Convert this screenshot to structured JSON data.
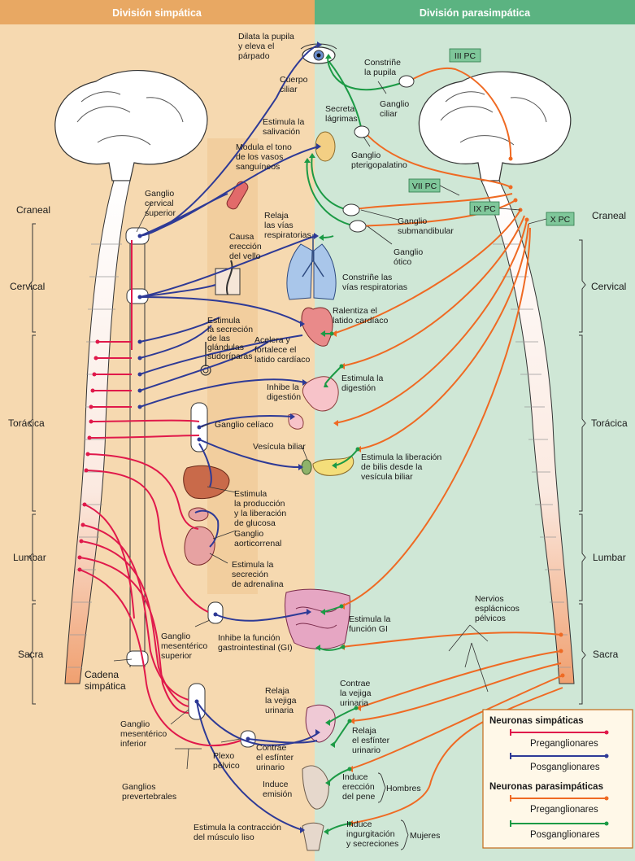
{
  "header": {
    "left": "División simpática",
    "right": "División parasimpática"
  },
  "levels": {
    "cranial": "Craneal",
    "cervical": "Cervical",
    "thoracic": "Torácica",
    "lumbar": "Lumbar",
    "sacral": "Sacra"
  },
  "nerves": {
    "iii": "III PC",
    "vii": "VII PC",
    "ix": "IX PC",
    "x": "X PC"
  },
  "labels": {
    "eye_symp": [
      "Dilata la pupila",
      "y eleva el",
      "párpado"
    ],
    "ciliary_body": [
      "Cuerpo",
      "ciliar"
    ],
    "salivation": [
      "Estimula la",
      "salivación"
    ],
    "vessel_tone": [
      "Modula el tono",
      "de los vasos",
      "sanguíneos"
    ],
    "cervical_ganglion": [
      "Ganglio",
      "cervical",
      "superior"
    ],
    "airways_relax": [
      "Relaja",
      "las vías",
      "respiratorias"
    ],
    "hair": [
      "Causa",
      "erección",
      "del vello"
    ],
    "sweat": [
      "Estimula",
      "la secreción",
      "de las",
      "glándulas",
      "sudoríparas"
    ],
    "heart_symp": [
      "Acelera y",
      "fortalece el",
      "latido cardíaco"
    ],
    "inhibit_digestion": [
      "Inhibe la",
      "digestión"
    ],
    "celiac": [
      "Ganglio celíaco"
    ],
    "gallbladder": [
      "Vesícula biliar"
    ],
    "glucose": [
      "Estimula",
      "la producción",
      "y la liberación",
      "de glucosa"
    ],
    "aorticorenal": [
      "Ganglio",
      "aorticorrenal"
    ],
    "adrenaline": [
      "Estimula la",
      "secreción",
      "de adrenalina"
    ],
    "sup_mesenteric": [
      "Ganglio",
      "mesentérico",
      "superior"
    ],
    "inhibit_gi": [
      "Inhibe la función",
      "gastrointestinal (GI)"
    ],
    "symp_chain": [
      "Cadena",
      "simpática"
    ],
    "bladder_relax": [
      "Relaja",
      "la vejiga",
      "urinaria"
    ],
    "inf_mesenteric": [
      "Ganglio",
      "mesentérico",
      "inferior"
    ],
    "pelvic_plexus": [
      "Plexo",
      "pélvico"
    ],
    "sphincter_contract": [
      "Contrae",
      "el esfínter",
      "urinario"
    ],
    "prevertebral": [
      "Ganglios",
      "prevertebrales"
    ],
    "emission": [
      "Induce",
      "emisión"
    ],
    "smooth_muscle": [
      "Estimula la contracción",
      "del músculo liso"
    ],
    "pupil_constrict": [
      "Constriñe",
      "la pupila"
    ],
    "ciliary_ganglion": [
      "Ganglio",
      "ciliar"
    ],
    "tears": [
      "Secreta",
      "lágrimas"
    ],
    "pterygopalatine": [
      "Ganglio",
      "pterigopalatino"
    ],
    "submandibular": [
      "Ganglio",
      "submandibular"
    ],
    "otic": [
      "Ganglio",
      "ótico"
    ],
    "airways_constrict": [
      "Constriñe las",
      "vías respiratorias"
    ],
    "heart_para": [
      "Ralentiza el",
      "latido cardíaco"
    ],
    "stim_digestion": [
      "Estimula la",
      "digestión"
    ],
    "bile": [
      "Estimula la liberación",
      "de bilis desde la",
      "vesícula biliar"
    ],
    "splanchnic": [
      "Nervios",
      "esplácnicos",
      "pélvicos"
    ],
    "gi_stim": [
      "Estimula la",
      "función GI"
    ],
    "bladder_contract": [
      "Contrae",
      "la vejiga",
      "urinaria"
    ],
    "sphincter_relax": [
      "Relaja",
      "el esfínter",
      "urinario"
    ],
    "erection": [
      "Induce",
      "erección",
      "del pene"
    ],
    "men": [
      "Hombres"
    ],
    "engorgement": [
      "Induce",
      "ingurgitación",
      "y secreciones"
    ],
    "women": [
      "Mujeres"
    ]
  },
  "legend": {
    "symp_title": "Neuronas simpáticas",
    "symp_pre": "Preganglionares",
    "symp_post": "Posganglionares",
    "para_title": "Neuronas parasimpáticas",
    "para_pre": "Preganglionares",
    "para_post": "Posganglionares"
  },
  "colors": {
    "symp_bg": "#f6d9b0",
    "para_bg": "#cfe7d6",
    "symp_header": "#e8a863",
    "para_header": "#5bb381",
    "symp_pre": "#e0194b",
    "symp_post": "#2e3a96",
    "para_pre": "#ef6a23",
    "para_post": "#1c9a45"
  }
}
